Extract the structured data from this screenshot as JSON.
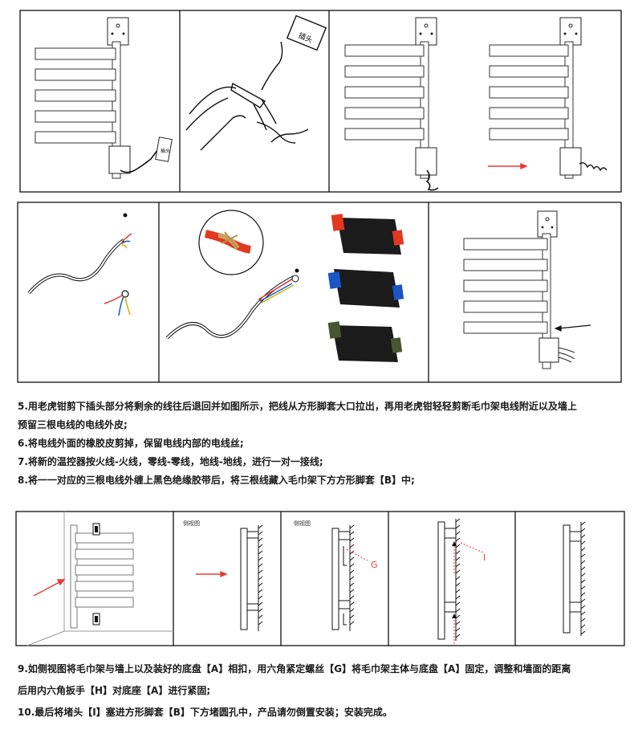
{
  "row1": {
    "plug_label_a": "插头",
    "plug_label_b": "插头"
  },
  "instructions_a": [
    "5.用老虎钳剪下插头部分将剩余的线往后退回并如图所示，把线从方形脚套大口拉出，再用老虎钳轻轻剪断毛巾架电线附近以及墙上",
    "预留三根电线的电线外皮;",
    "6.将电线外面的橡胶皮剪掉，保留电线内部的电线丝;",
    "7.将新的温控器按火线-火线，零线-零线，地线-地线，进行一对一接线;",
    "8.将一一对应的三根电线外缠上黑色绝缘胶带后，将三根线藏入毛巾架下方方形脚套【B】中;"
  ],
  "row3": {
    "side_view_1": "侧视图",
    "side_view_2": "侧视图",
    "label_g": "G",
    "label_i": "I"
  },
  "instructions_b": [
    "9.如侧视图将毛巾架与墙上以及装好的底盘【A】相扣，用六角紧定螺丝【G】将毛巾架主体与底盘【A】固定，调整和墙面的距离",
    "后用内六角扳手【H】对底座【A】进行紧固;",
    "10.最后将堵头【I】塞进方形脚套【B】下方堵圆孔中，产品请勿倒置安装；安装完成。"
  ],
  "colors": {
    "arrow_red": "#e53a3a",
    "tape_black": "#1b1b1b",
    "tape_red": "#e2381f",
    "tape_blue": "#1b56c4",
    "tape_green": "#49552f",
    "label_red": "#e53a3a"
  }
}
